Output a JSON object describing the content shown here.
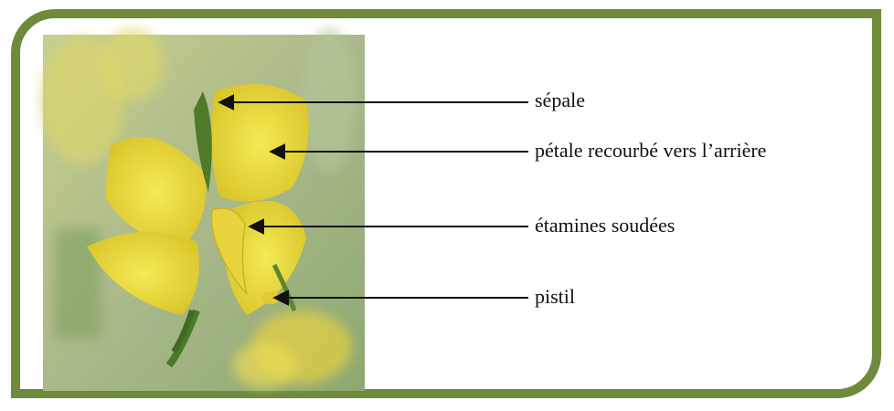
{
  "labels": {
    "sepale": "sépale",
    "petale": "pétale recourbé vers l’arrière",
    "etamines": "étamines soudées",
    "pistil": "pistil"
  },
  "colors": {
    "frame": "#6e8a3c",
    "petal": "#e9dc3a",
    "petal_shadow": "#c9b624",
    "sepal": "#4f7a2a",
    "background_blur": "#a9b98c"
  }
}
